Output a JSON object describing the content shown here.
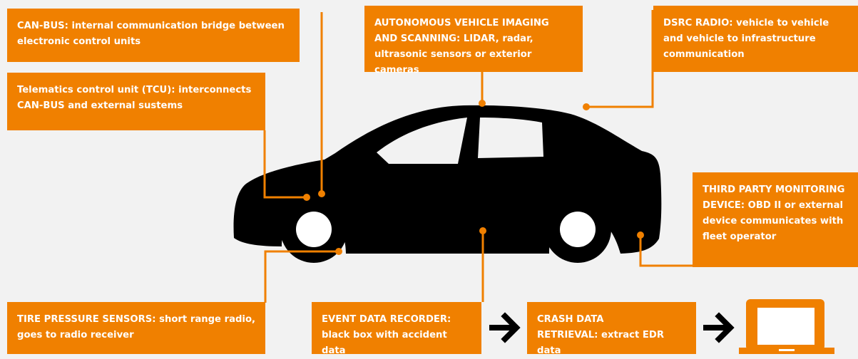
{
  "colors": {
    "accent": "#f08000",
    "background": "#f2f2f2",
    "car": "#000000",
    "text_on_accent": "#ffffff"
  },
  "labels": {
    "can_bus": "CAN-BUS: internal communication bridge between electronic control units",
    "tcu": "Telematics control unit (TCU): interconnects CAN-BUS and external sustems",
    "imaging": "AUTONOMOUS VEHICLE IMAGING AND SCANNING: LIDAR, radar, ultrasonic sensors or exterior cameras",
    "dsrc": "DSRC RADIO: vehicle to vehicle and vehicle to infrastructure communication",
    "third_party": "THIRD PARTY MONITORING DEVICE: OBD II or external device communicates with fleet operator",
    "tire_pressure": "TIRE PRESSURE SENSORS: short range radio, goes to radio receiver",
    "edr": "EVENT DATA RECORDER: black box with accident data",
    "crash_retrieval": "CRASH DATA RETRIEVAL: extract EDR data"
  },
  "icons": {
    "car": "sedan-car-icon",
    "arrow": "right-arrow-icon",
    "laptop": "laptop-icon"
  }
}
